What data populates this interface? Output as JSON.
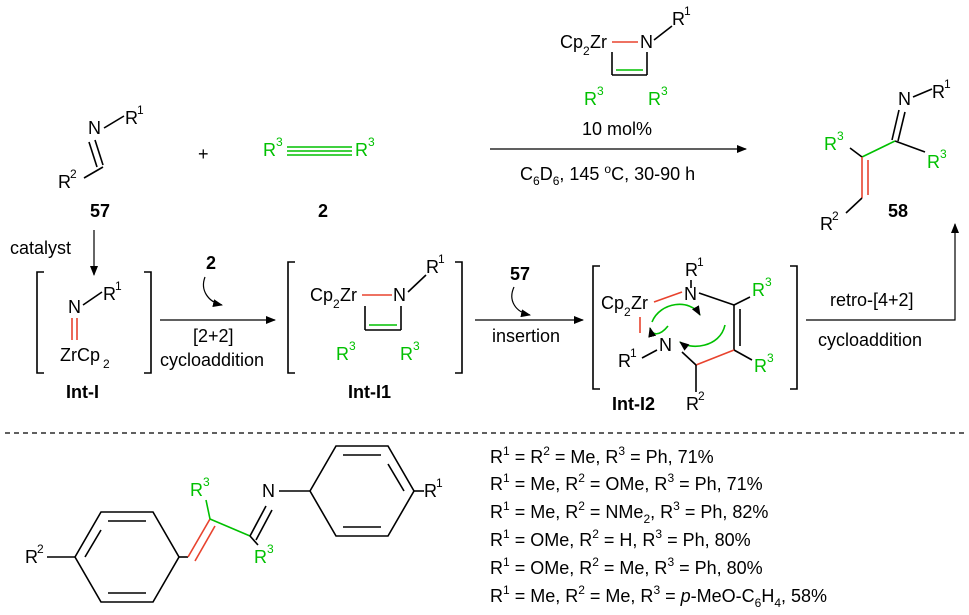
{
  "scheme": {
    "compound_57": "57",
    "compound_2": "2",
    "compound_58": "58",
    "plus_sign": "+",
    "catalyst_amount": "10  mol%",
    "conditions": "C6D6, 145 oC, 30-90 h",
    "catalyst_label": "catalyst",
    "step1_reagent": "2",
    "step1_label_a": "[2+2]",
    "step1_label_b": "cycloaddition",
    "step2_reagent": "57",
    "step2_label": "insertion",
    "step3_label_a": "retro-[4+2]",
    "step3_label_b": "cycloaddition",
    "int1_label": "Int-I",
    "int2_label": "Int-I1",
    "int3_label": "Int-I2"
  },
  "substituents": [
    "R1 = R2 = Me, R3 =  Ph, 71%",
    "R1 = Me,  R2 = OMe, R3 =  Ph, 71%",
    "R1 = Me,  R2 = NMe2, R3 =  Ph, 82%",
    "R1 = OMe,  R2 = H, R3 =  Ph, 80%",
    "R1 = OMe,  R2 = Me, R3 =  Ph,  80%",
    "R1 = Me,  R2 = Me, R3 =  p-MeO-C6H4,  58%"
  ],
  "colors": {
    "highlight_green": "#00c000",
    "highlight_red": "#e8432e"
  }
}
